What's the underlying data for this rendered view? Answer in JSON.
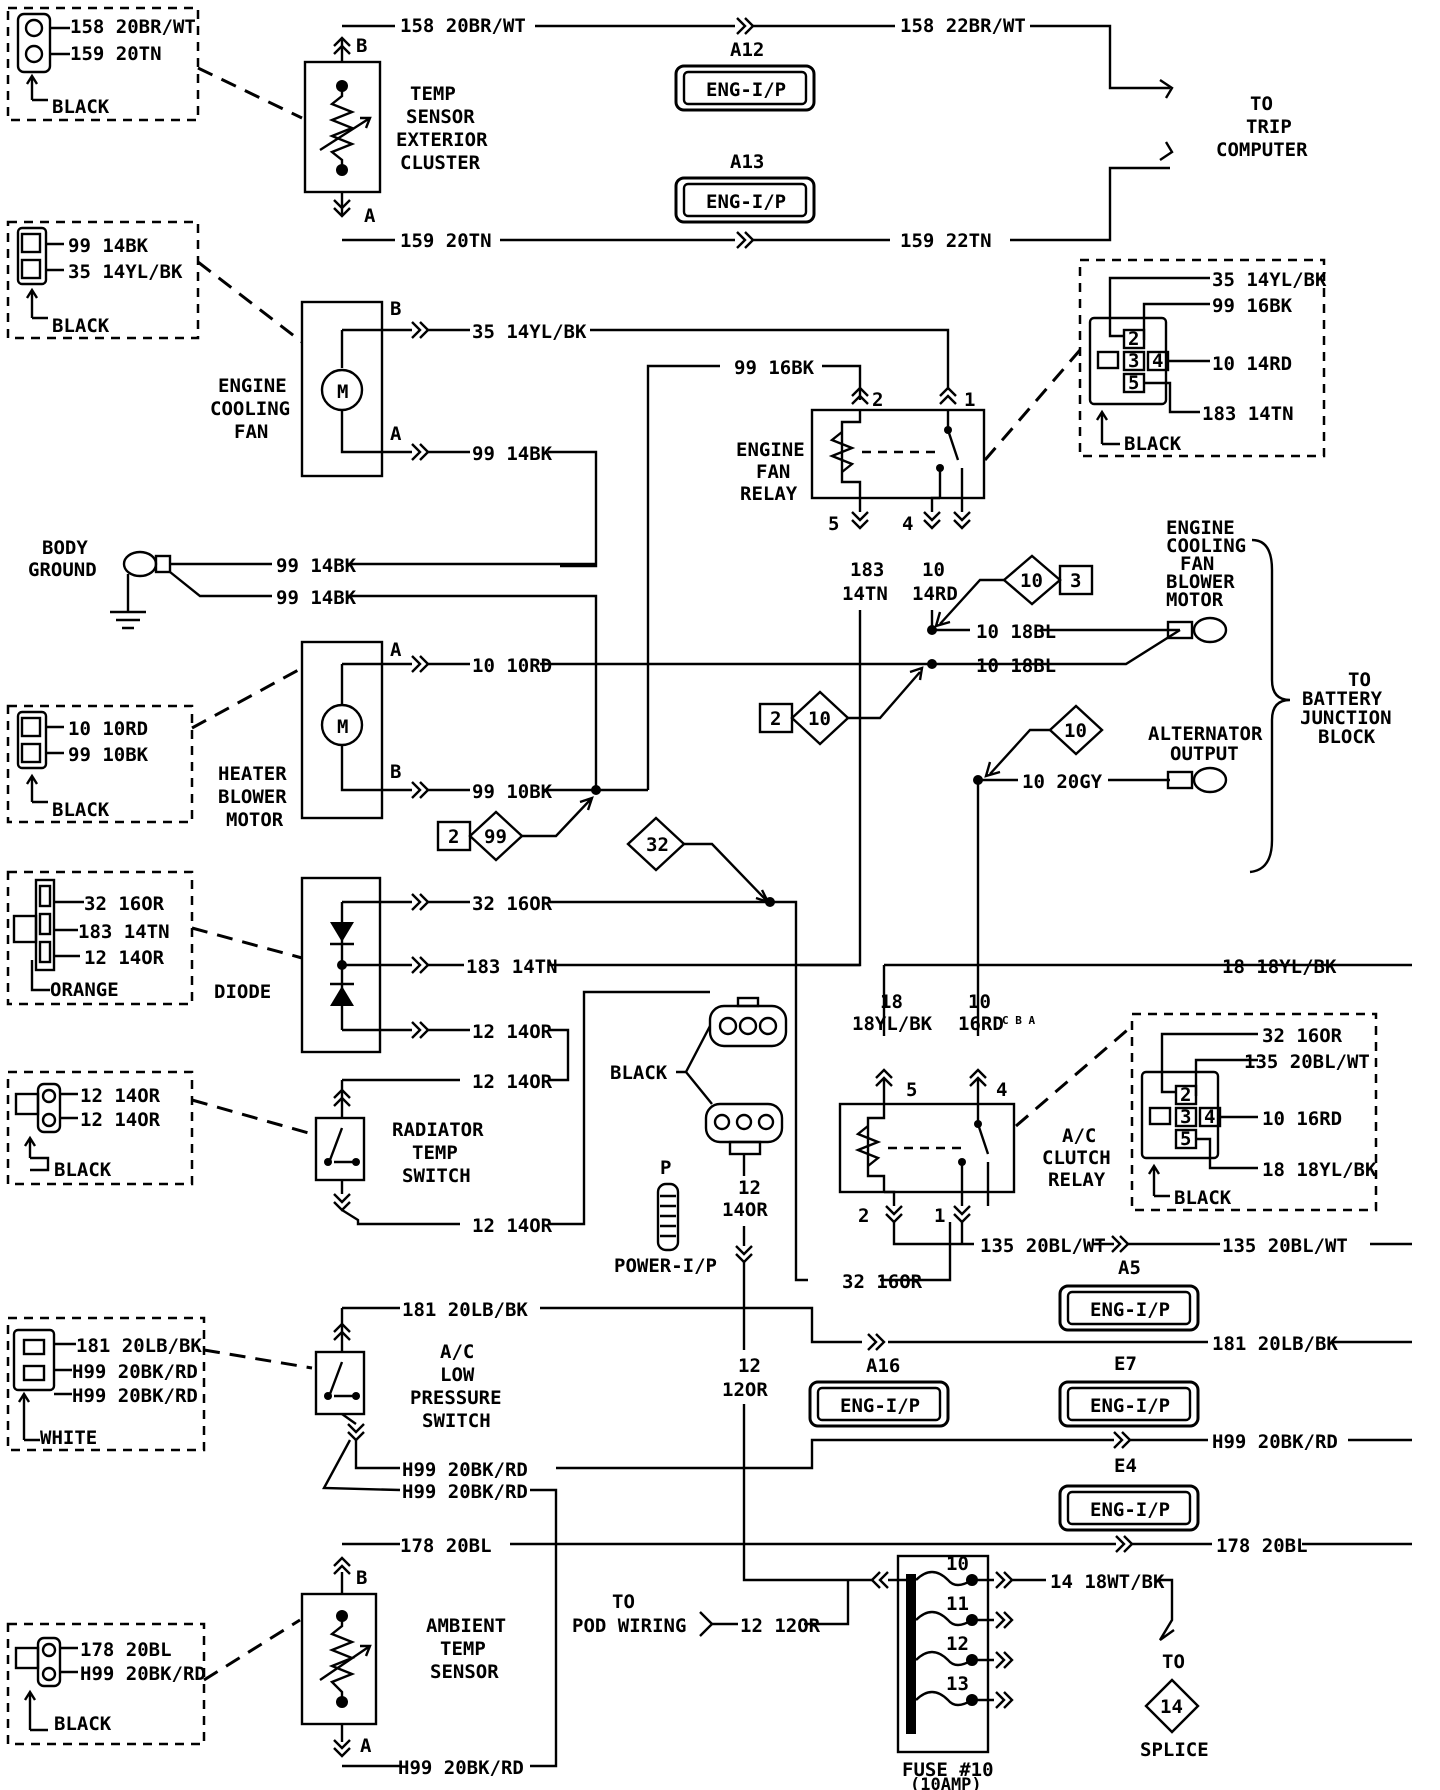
{
  "wires": {
    "w158_20brwt": "158 20BR/WT",
    "w158_22brwt": "158 22BR/WT",
    "w159_20tn": "159 20TN",
    "w159_22tn": "159 22TN",
    "w35_14ylbk": "35 14YL/BK",
    "w99_16bk": "99 16BK",
    "w99_14bk": "99 14BK",
    "w99_10bk": "99 10BK",
    "w10_10rd": "10 10RD",
    "w10_18bl": "10 18BL",
    "w10_20gy": "10 20GY",
    "w10_14rd": "10 14RD",
    "w183_14tn": "183 14TN",
    "w32_16or": "32 16OR",
    "w12_14or": "12 14OR",
    "w18_18ylbk": "18 18YL/BK",
    "w135_20blwt": "135 20BL/WT",
    "w181_20lbbk": "181 20LB/BK",
    "wH99_20bkrd": "H99 20BK/RD",
    "w178_20bl": "178 20BL",
    "w14_18wtbk": "14 18WT/BK",
    "w12_12or": "12 12OR",
    "v18": "18",
    "v18ylbk": "18YL/BK",
    "v10": "10",
    "v16rd": "16RD",
    "v183": "183",
    "v14tn": "14TN",
    "v14rd": "14RD",
    "v12": "12",
    "v14or": "14OR",
    "v12or": "12OR",
    "cba": "C B A"
  },
  "connector_labels": {
    "black": "BLACK",
    "orange": "ORANGE",
    "white": "WHITE",
    "p": "P",
    "power_ip": "POWER-I/P",
    "a": "A",
    "b": "B",
    "pin1": "1",
    "pin2": "2",
    "pin3": "3",
    "pin4": "4",
    "pin5": "5"
  },
  "inline_connectors": {
    "a12": "A12",
    "a13": "A13",
    "a5": "A5",
    "a16": "A16",
    "e7": "E7",
    "e4": "E4",
    "eng_ip": "ENG-I/P"
  },
  "components": {
    "temp_sensor_line1": "TEMP",
    "temp_sensor_line2": "SENSOR",
    "temp_sensor_line3": "EXTERIOR",
    "temp_sensor_line4": "CLUSTER",
    "cooling_fan_line1": "ENGINE",
    "cooling_fan_line2": "COOLING",
    "cooling_fan_line3": "FAN",
    "fan_relay_line1": "ENGINE",
    "fan_relay_line2": "FAN",
    "fan_relay_line3": "RELAY",
    "body_ground_line1": "BODY",
    "body_ground_line2": "GROUND",
    "heater_line1": "HEATER",
    "heater_line2": "BLOWER",
    "heater_line3": "MOTOR",
    "diode": "DIODE",
    "radiator_line1": "RADIATOR",
    "radiator_line2": "TEMP",
    "radiator_line3": "SWITCH",
    "ac_clutch_line1": "A/C",
    "ac_clutch_line2": "CLUTCH",
    "ac_clutch_line3": "RELAY",
    "ac_low_line1": "A/C",
    "ac_low_line2": "LOW",
    "ac_low_line3": "PRESSURE",
    "ac_low_line4": "SWITCH",
    "ambient_line1": "AMBIENT",
    "ambient_line2": "TEMP",
    "ambient_line3": "SENSOR",
    "fuse_line1": "FUSE #10",
    "fuse_line2": "(10AMP)",
    "fuse10": "10",
    "fuse11": "11",
    "fuse12": "12",
    "fuse13": "13"
  },
  "destinations": {
    "trip_line1": "TO",
    "trip_line2": "TRIP",
    "trip_line3": "COMPUTER",
    "ecf_line1": "ENGINE",
    "ecf_line2": "COOLING",
    "ecf_line3": "FAN",
    "ecf_line4": "BLOWER",
    "ecf_line5": "MOTOR",
    "bjb_line1": "TO",
    "bjb_line2": "BATTERY",
    "bjb_line3": "JUNCTION",
    "bjb_line4": "BLOCK",
    "alt_line1": "ALTERNATOR",
    "alt_line2": "OUTPUT",
    "pod_line1": "TO",
    "pod_line2": "POD WIRING",
    "splice_to": "TO",
    "splice": "SPLICE"
  },
  "refs": {
    "d10": "10",
    "d3": "3",
    "d2": "2",
    "d99": "99",
    "d32": "32",
    "d14": "14"
  }
}
